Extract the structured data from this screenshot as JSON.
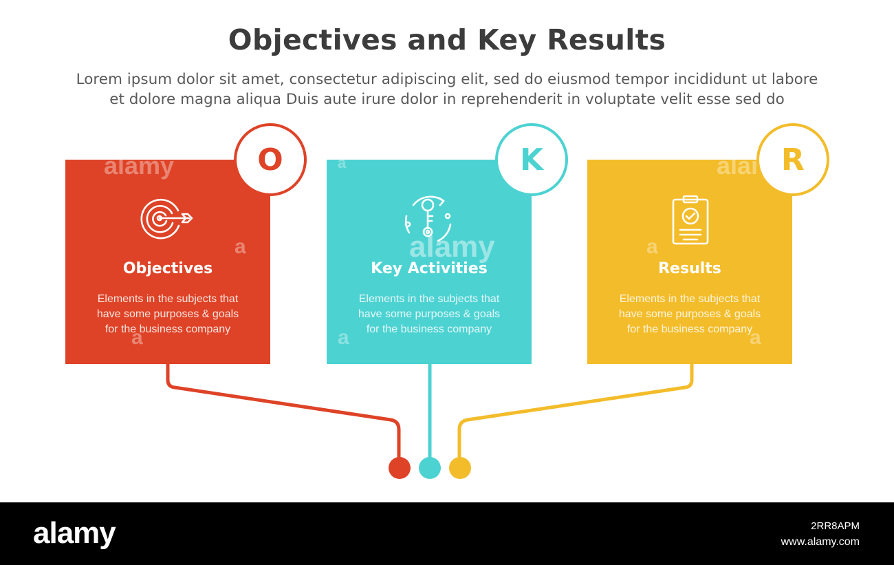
{
  "header": {
    "title": "Objectives and Key Results",
    "subtitle_line1": "Lorem ipsum dolor sit amet, consectetur adipiscing elit, sed do eiusmod tempor incididunt ut labore",
    "subtitle_line2": "et dolore magna aliqua Duis aute irure dolor in reprehenderit in voluptate velit esse sed do"
  },
  "cards": [
    {
      "letter": "O",
      "heading": "Objectives",
      "desc_line1": "Elements in the subjects that",
      "desc_line2": "have  some purposes & goals",
      "desc_line3": "for the  business company",
      "color": "#de4327",
      "icon": "target-icon"
    },
    {
      "letter": "K",
      "heading": "Key Activities",
      "desc_line1": "Elements in the subjects that",
      "desc_line2": "have  some purposes & goals",
      "desc_line3": "for the  business company",
      "color": "#4dd2d2",
      "icon": "key-cycle-icon"
    },
    {
      "letter": "R",
      "heading": "Results",
      "desc_line1": "Elements in the subjects that",
      "desc_line2": "have  some purposes & goals",
      "desc_line3": "for the  business company",
      "color": "#f3bc2a",
      "icon": "clipboard-check-icon"
    }
  ],
  "watermark": {
    "text": "alamy",
    "letter": "a"
  },
  "footer": {
    "logo": "alamy",
    "image_id": "2RR8APM",
    "site": "www.alamy.com"
  }
}
